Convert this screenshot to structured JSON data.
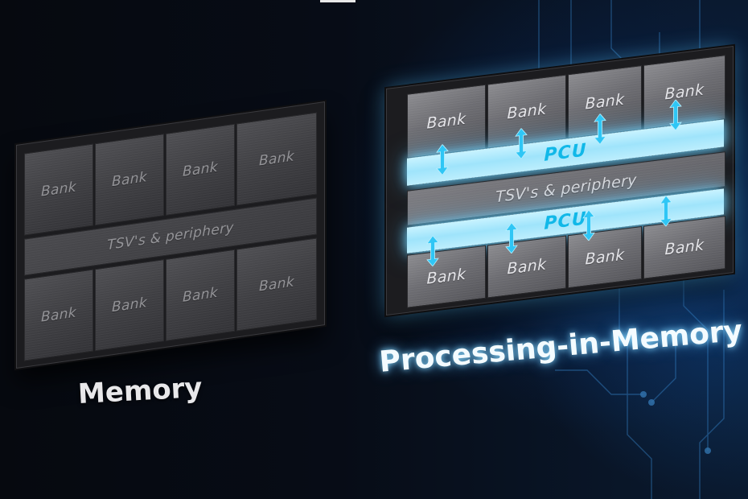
{
  "memory_chip": {
    "caption": "Memory",
    "bank_label": "Bank",
    "periphery_label": "TSV's & periphery"
  },
  "pim_chip": {
    "caption": "Processing-in-Memory",
    "bank_label": "Bank",
    "periphery_label": "TSV's & periphery",
    "pcu_label": "PCU"
  },
  "colors": {
    "pcu_glow": "#9fe4fb",
    "pcu_text": "#11b8e8",
    "arrow": "#2fc6f5"
  }
}
